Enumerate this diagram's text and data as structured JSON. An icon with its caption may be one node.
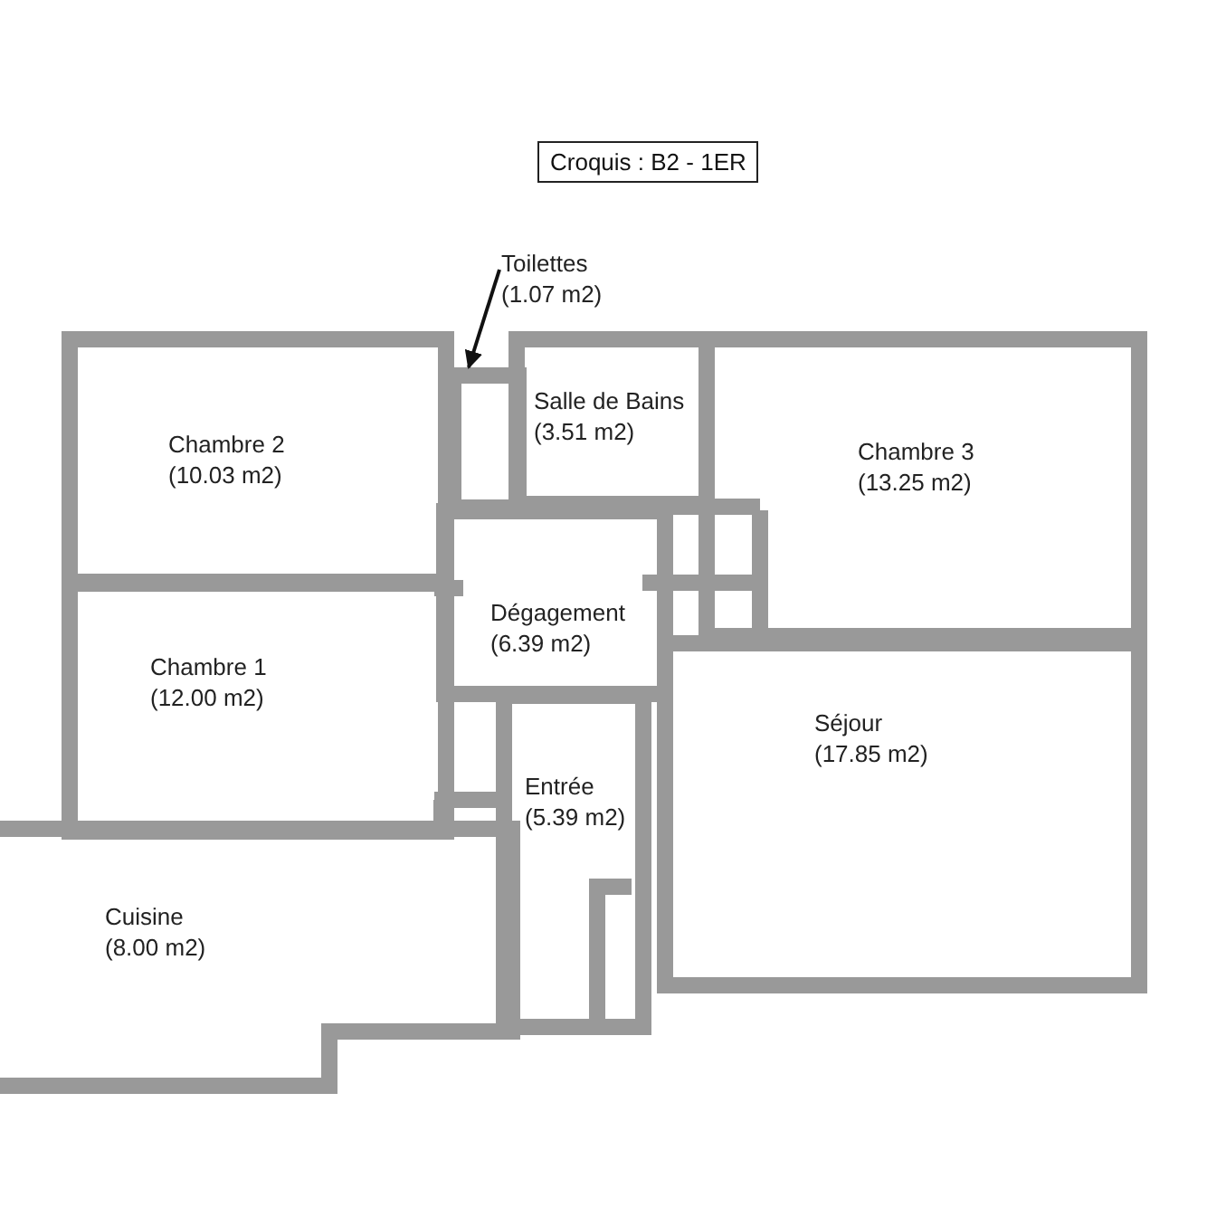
{
  "diagram": {
    "title": "Croquis : B2 - 1ER",
    "nodes": [
      {
        "text": [
          "Chambre 2",
          "(10.03 m2)"
        ]
      },
      {
        "text": [
          "Toilettes",
          "(1.07 m2)"
        ]
      },
      {
        "text": [],
        "shape": "box"
      },
      {
        "text": [
          "Salle de Bains",
          "(3.51 m2)"
        ]
      },
      {
        "text": [
          "Chambre 3",
          "(13.25 m2)"
        ]
      },
      {
        "text": [
          "Chambre 1",
          "(12.00 m2)"
        ]
      },
      {
        "text": [
          "Dégagement",
          "(6.39 m2)"
        ]
      },
      {
        "text": [
          "Séjour",
          "(17.85 m2)"
        ]
      },
      {
        "text": [
          "Entrée",
          "(5.39 m2)"
        ]
      },
      {
        "text": [
          "Cuisine",
          "(8.00 m2)"
        ]
      }
    ],
    "edges": [
      {
        "from": 1,
        "to": 2,
        "arrow": "to"
      }
    ]
  }
}
